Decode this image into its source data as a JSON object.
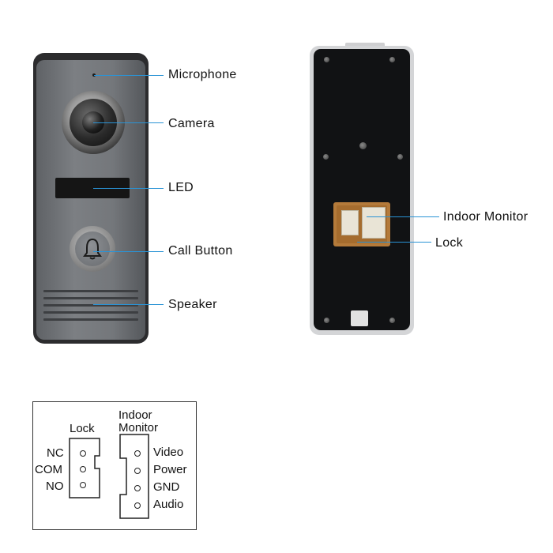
{
  "front_labels": {
    "microphone": "Microphone",
    "camera": "Camera",
    "led": "LED",
    "call_button": "Call Button",
    "speaker": "Speaker"
  },
  "back_labels": {
    "indoor_monitor": "Indoor Monitor",
    "lock": "Lock"
  },
  "wiring": {
    "lock_title": "Lock",
    "indoor_title_line1": "Indoor",
    "indoor_title_line2": "Monitor",
    "lock_pins": [
      "NC",
      "COM",
      "NO"
    ],
    "monitor_pins": [
      "Video",
      "Power",
      "GND",
      "Audio"
    ]
  },
  "colors": {
    "leader_line": "#2a93d5",
    "panel_gray": "#74777b",
    "back_panel": "#111214",
    "pcb": "#b47a3a"
  }
}
